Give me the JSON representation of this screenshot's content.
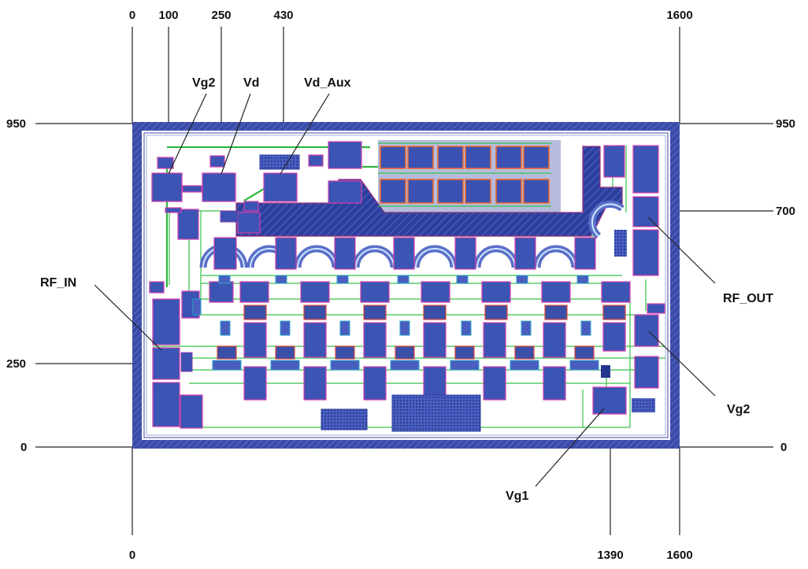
{
  "dimension_labels": {
    "top": [
      "0",
      "100",
      "250",
      "430",
      "1600"
    ],
    "bottom": [
      "0",
      "1390",
      "1600"
    ],
    "left": [
      "950",
      "250",
      "0"
    ],
    "right": [
      "950",
      "700",
      "0"
    ]
  },
  "pin_labels": {
    "vg2_top": "Vg2",
    "vd": "Vd",
    "vd_aux": "Vd_Aux",
    "rf_in": "RF_IN",
    "rf_out": "RF_OUT",
    "vg2_right": "Vg2",
    "vg1": "Vg1"
  },
  "colors": {
    "frame": "#3a4ba8",
    "pad_fill": "#3c54b4",
    "pad_outline": "#d43fae",
    "trace": "#37c24a",
    "capacitor_outline": "#ee6a2e"
  }
}
